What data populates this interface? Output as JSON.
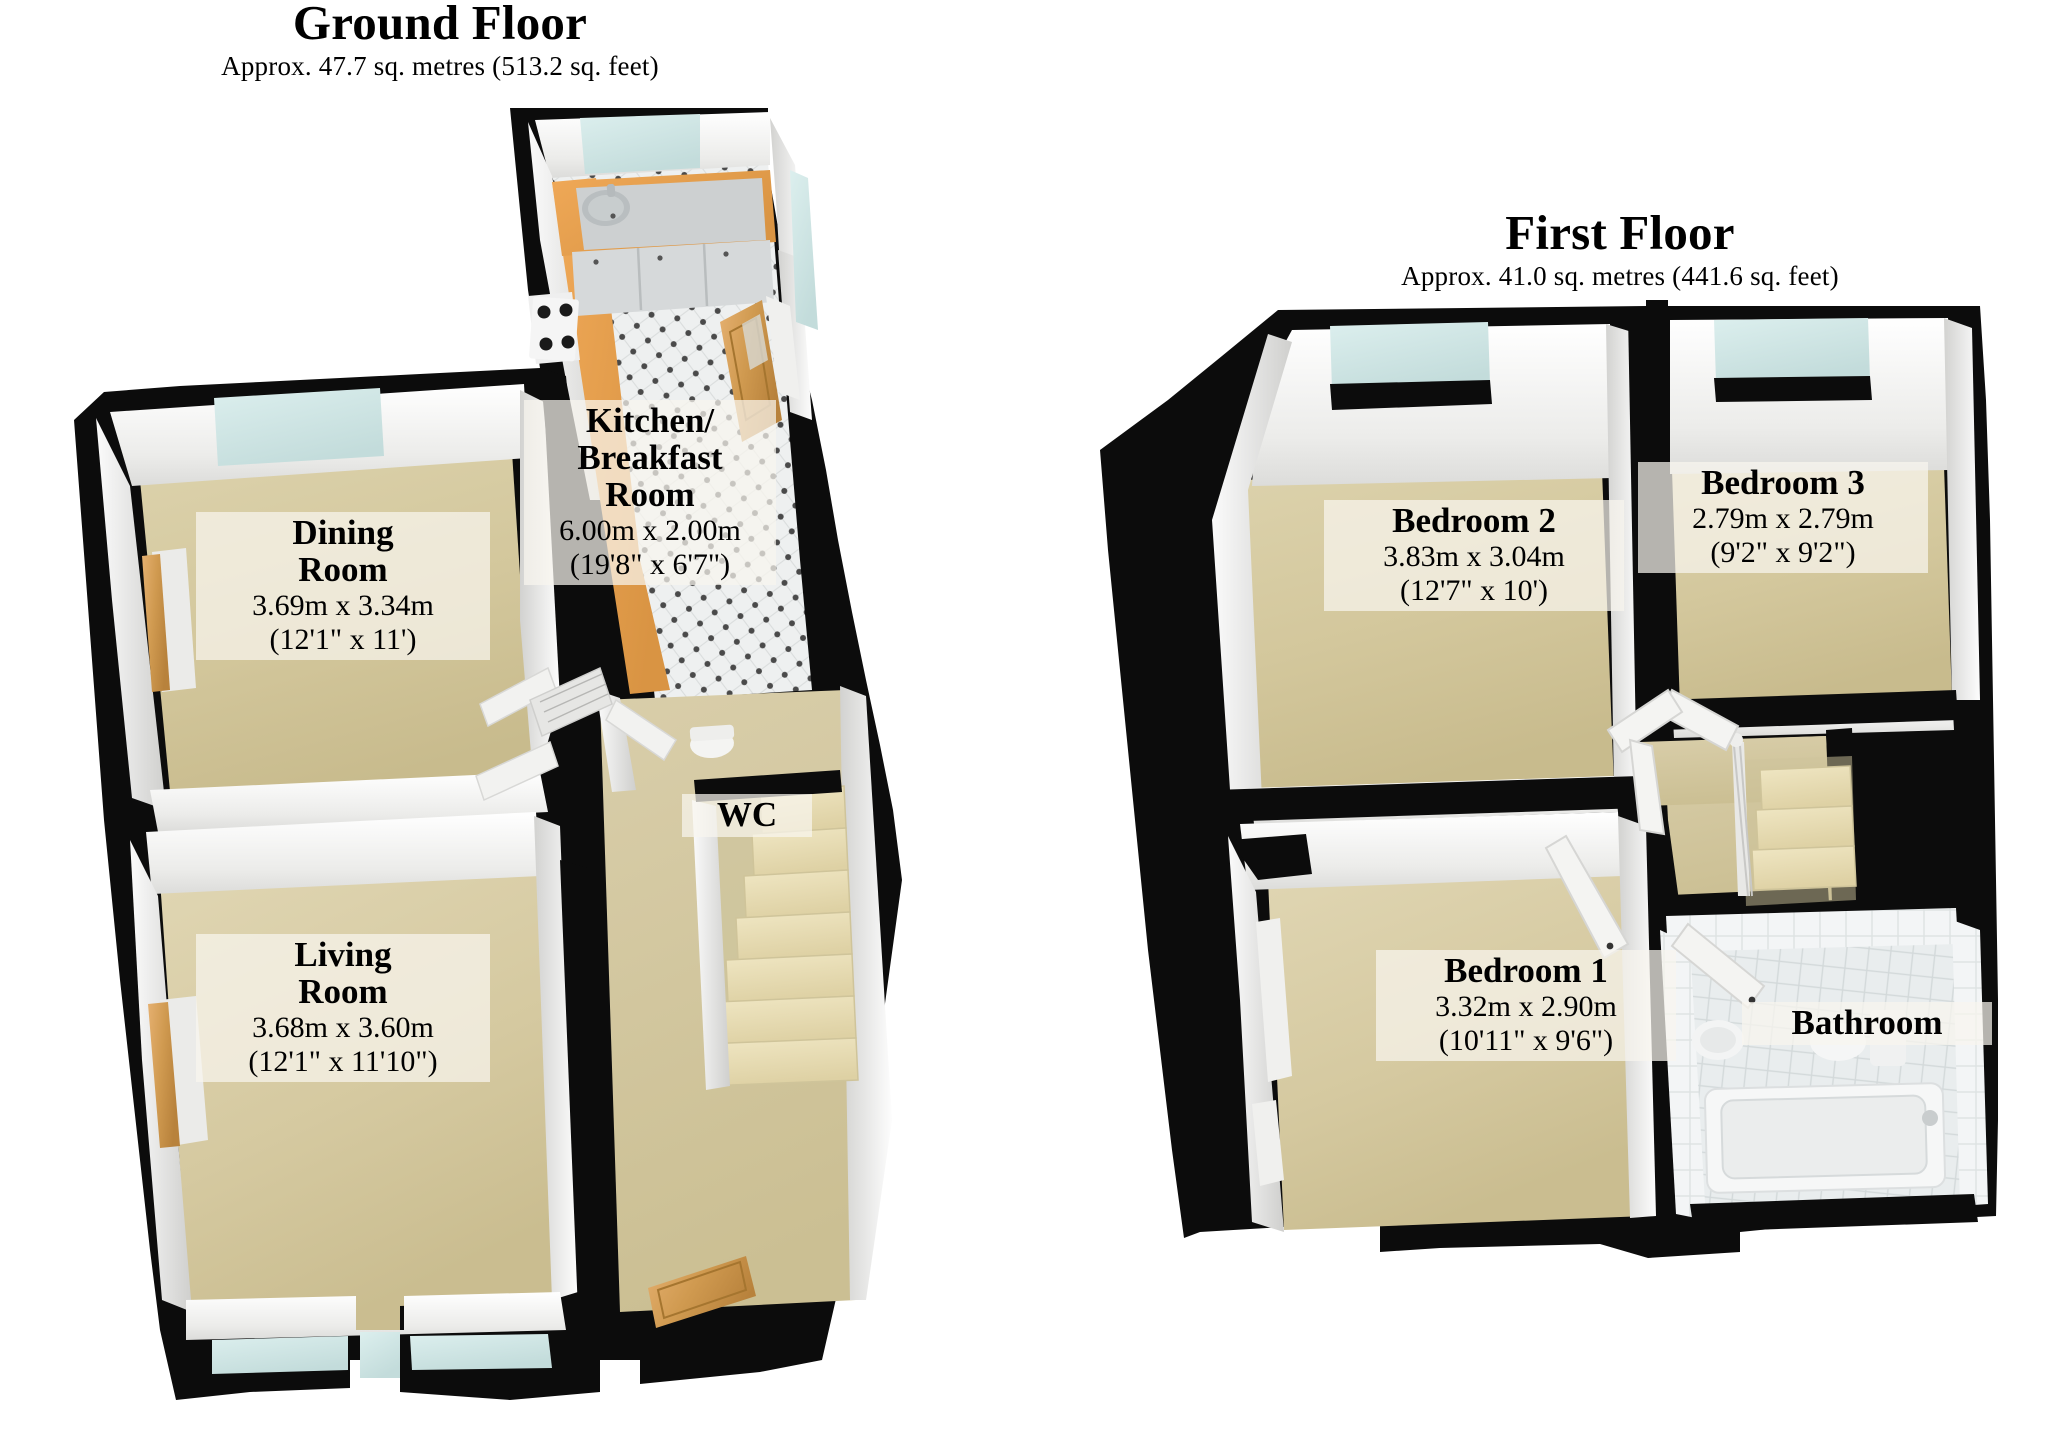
{
  "plans": [
    {
      "id": "ground-floor",
      "title": "Ground Floor",
      "area": "Approx. 47.7 sq. metres (513.2 sq. feet)",
      "rooms": [
        {
          "id": "dining-room",
          "name": "Dining Room",
          "metric": "3.69m x 3.34m",
          "imperial": "(12'1\" x 11')"
        },
        {
          "id": "kitchen",
          "name": "Kitchen/ Breakfast Room",
          "metric": "6.00m x 2.00m",
          "imperial": "(19'8\" x 6'7\")"
        },
        {
          "id": "living-room",
          "name": "Living Room",
          "metric": "3.68m x 3.60m",
          "imperial": "(12'1\" x 11'10\")"
        },
        {
          "id": "wc",
          "name": "WC",
          "metric": "",
          "imperial": ""
        }
      ]
    },
    {
      "id": "first-floor",
      "title": "First Floor",
      "area": "Approx. 41.0 sq. metres (441.6 sq. feet)",
      "rooms": [
        {
          "id": "bedroom-2",
          "name": "Bedroom 2",
          "metric": "3.83m x 3.04m",
          "imperial": "(12'7\" x 10')"
        },
        {
          "id": "bedroom-3",
          "name": "Bedroom 3",
          "metric": "2.79m x 2.79m",
          "imperial": "(9'2\" x 9'2\")"
        },
        {
          "id": "bedroom-1",
          "name": "Bedroom 1",
          "metric": "3.32m x 2.90m",
          "imperial": "(10'11\" x 9'6\")"
        },
        {
          "id": "bathroom",
          "name": "Bathroom",
          "metric": "",
          "imperial": ""
        }
      ]
    }
  ],
  "ground": {
    "title": "Ground Floor",
    "area": "Approx. 47.7 sq. metres (513.2 sq. feet)",
    "dining": {
      "name": "Dining",
      "name2": "Room",
      "metric": "3.69m x 3.34m",
      "imperial": "(12'1\" x 11')"
    },
    "kitchen": {
      "name": "Kitchen/",
      "name2": "Breakfast",
      "name3": "Room",
      "metric": "6.00m x 2.00m",
      "imperial": "(19'8\" x 6'7\")"
    },
    "living": {
      "name": "Living",
      "name2": "Room",
      "metric": "3.68m x 3.60m",
      "imperial": "(12'1\" x 11'10\")"
    },
    "wc": {
      "name": "WC"
    }
  },
  "first": {
    "title": "First Floor",
    "area": "Approx. 41.0 sq. metres (441.6 sq. feet)",
    "bed2": {
      "name": "Bedroom 2",
      "metric": "3.83m x 3.04m",
      "imperial": "(12'7\" x 10')"
    },
    "bed3": {
      "name": "Bedroom 3",
      "metric": "2.79m x 2.79m",
      "imperial": "(9'2\" x 9'2\")"
    },
    "bed1": {
      "name": "Bedroom 1",
      "metric": "3.32m x 2.90m",
      "imperial": "(10'11\" x 9'6\")"
    },
    "bathroom": {
      "name": "Bathroom"
    }
  },
  "colors": {
    "wall_outline": "#000000",
    "wall_face": "#f2f2f0",
    "wall_face_shadow": "#d8d8d6",
    "carpet": "#cfc295",
    "carpet_light": "#ddd2ad",
    "kitchen_floor": "#eceff0",
    "bathroom_floor": "#e4e7e8",
    "window_glass": "#d4e7e6",
    "wood": "#c9914d",
    "wood_light": "#e0a861",
    "label_bg": "#f4f1e8",
    "text": "#000000"
  }
}
